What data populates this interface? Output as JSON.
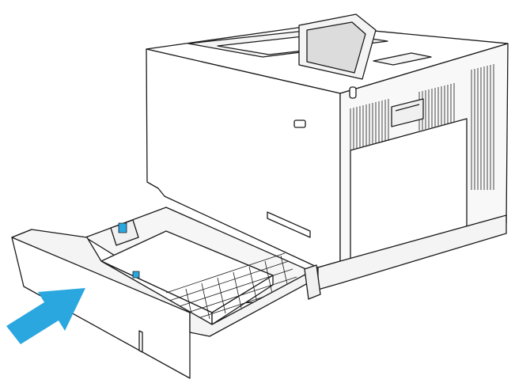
{
  "illustration": {
    "subject": "printer-with-open-paper-tray",
    "line_color": "#1a1a1a",
    "body_fill": "#ffffff",
    "panel_fill": "#f4f4f4",
    "screen_fill": "#dcdcdc",
    "arrow_color": "#2aa7df",
    "accent_blue": "#2aa7df",
    "icons": [
      "printer-illustration",
      "control-panel-screen",
      "power-button-icon",
      "tray-lock-icon",
      "insert-arrow-icon"
    ]
  }
}
